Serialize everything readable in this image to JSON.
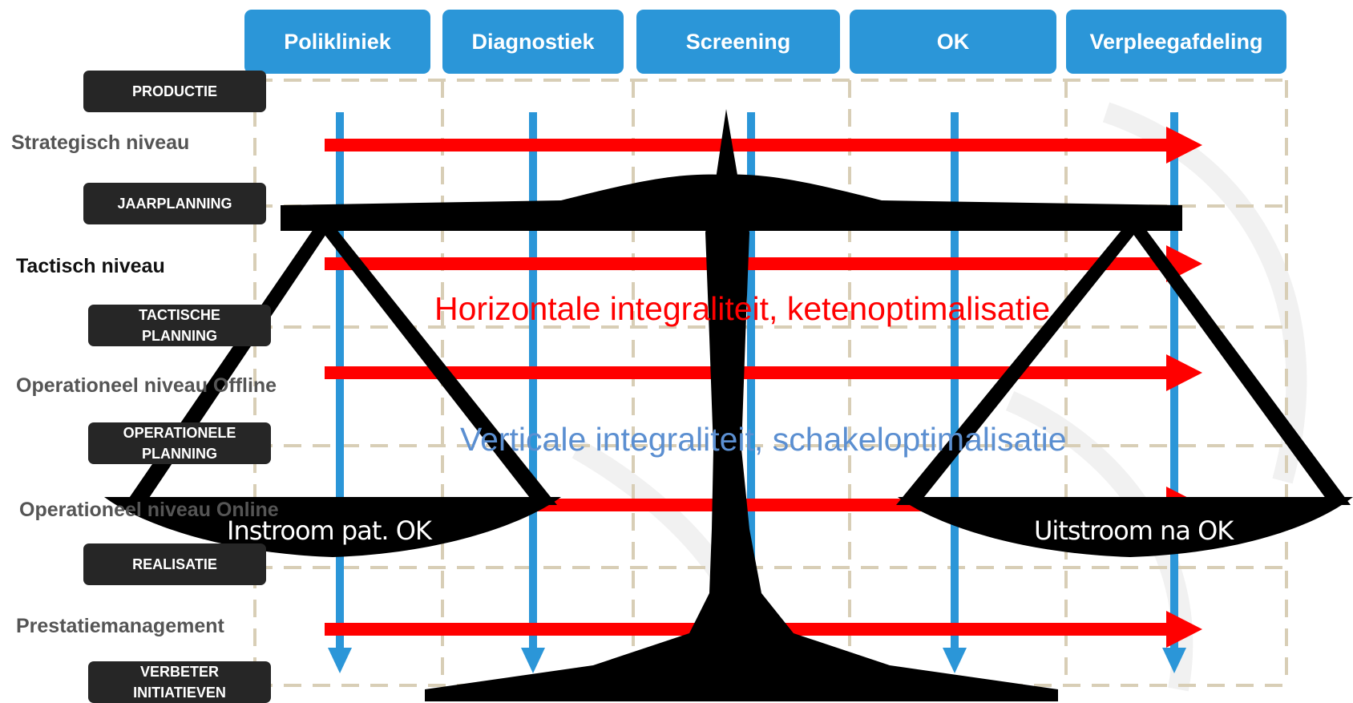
{
  "columns": [
    "Polikliniek",
    "Diagnostiek",
    "Screening",
    "OK",
    "Verpleegafdeling"
  ],
  "levels": [
    {
      "label": "Strategisch niveau",
      "sub": [
        "PRODUCTIE"
      ]
    },
    {
      "label": "Tactisch niveau",
      "sub": [
        "JAARPLANNING"
      ]
    },
    {
      "label": "Operationeel niveau Offline",
      "sub": [
        "TACTISCHE",
        "PLANNING"
      ]
    },
    {
      "label": "Operationeel niveau Online",
      "sub": [
        "OPERATIONELE",
        "PLANNING"
      ]
    },
    {
      "label": "Prestatiemanagement",
      "sub": [
        "REALISATIE"
      ]
    }
  ],
  "final_sub": [
    "VERBETER",
    "INITIATIEVEN"
  ],
  "horizontal_text": "Horizontale integraliteit, ketenoptimalisatie",
  "vertical_text": "Verticale integraliteit, schakeloptimalisatie",
  "scale_left": "Instroom pat. OK",
  "scale_right": "Uitstroom na OK",
  "colors": {
    "header": "#2b96d8",
    "arrow_red": "#ff0000",
    "arrow_blue": "#2b96d8",
    "box_dark": "#262626",
    "scale": "#000000"
  }
}
